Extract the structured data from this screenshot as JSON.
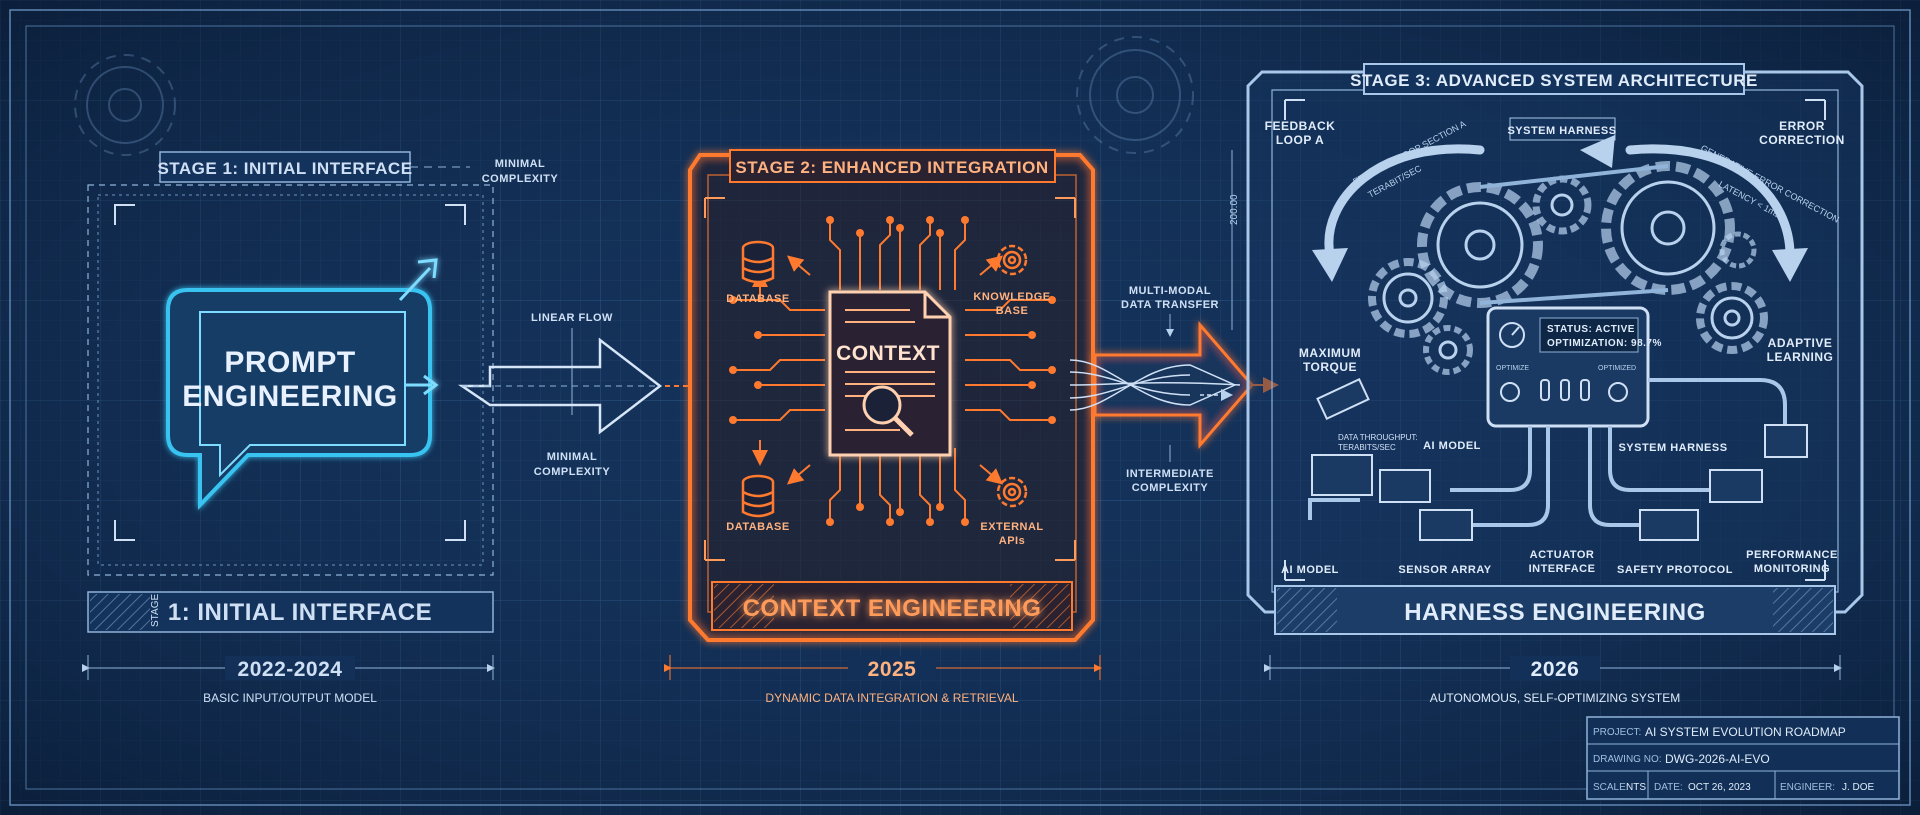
{
  "colors": {
    "background": "#0f2a4e",
    "blueprint_line": "#8fb3d9",
    "cyan_accent": "#39c3f0",
    "orange_accent": "#ff7a2e",
    "white_text": "#e8f1ff"
  },
  "stage1": {
    "header": "STAGE 1: INITIAL INTERFACE",
    "title_line1": "PROMPT",
    "title_line2": "ENGINEERING",
    "banner_prefix": "STAGE",
    "banner": "1: INITIAL INTERFACE",
    "years": "2022-2024",
    "caption": "BASIC INPUT/OUTPUT MODEL",
    "note_top_line1": "MINIMAL",
    "note_top_line2": "COMPLEXITY",
    "icon": "speech-bubble-icon"
  },
  "connector1": {
    "top": "LINEAR FLOW",
    "bottom_line1": "MINIMAL",
    "bottom_line2": "COMPLEXITY"
  },
  "stage2": {
    "header": "STAGE 2: ENHANCED INTEGRATION",
    "center": "CONTEXT",
    "database_top": "DATABASE",
    "database_bottom": "DATABASE",
    "knowledge_line1": "KNOWLEDGE",
    "knowledge_line2": "BASE",
    "apis_line1": "EXTERNAL",
    "apis_line2": "APIs",
    "banner": "CONTEXT ENGINEERING",
    "years": "2025",
    "caption": "DYNAMIC DATA INTEGRATION & RETRIEVAL",
    "icons": [
      "database-icon",
      "document-icon",
      "magnifier-icon",
      "gear-icon"
    ]
  },
  "connector2": {
    "top_line1": "MULTI-MODAL",
    "top_line2": "DATA TRANSFER",
    "bottom_line1": "INTERMEDIATE",
    "bottom_line2": "COMPLEXITY"
  },
  "stage3": {
    "header": "STAGE 3: ADVANCED SYSTEM ARCHITECTURE",
    "harness_top": "SYSTEM HARNESS",
    "feedback_line1": "FEEDBACK",
    "feedback_line2": "LOOP A",
    "error_line1": "ERROR",
    "error_line2": "CORRECTION",
    "feedback_arc": "FEEDBACK LOOP SECTION A",
    "throughput_arc": "TERABIT/SEC",
    "error_arc": "GENERATIVE ERROR CORRECTION",
    "latency": "LATENCY < 1ms",
    "dimension": "200.00",
    "torque_line1": "MAXIMUM",
    "torque_line2": "TORQUE",
    "adaptive_line1": "ADAPTIVE",
    "adaptive_line2": "LEARNING",
    "status_line1": "STATUS: ACTIVE",
    "status_line2": "OPTIMIZATION: 98.7%",
    "panel_label_left": "OPTIMIZE",
    "panel_label_right": "OPTIMIZED",
    "data_line1": "DATA THROUGHPUT:",
    "data_line2": "TERABITS/SEC",
    "ai_model_mid": "AI MODEL",
    "system_harness_mid": "SYSTEM HARNESS",
    "ai_model": "AI MODEL",
    "sensor": "SENSOR ARRAY",
    "actuator_line1": "ACTUATOR",
    "actuator_line2": "INTERFACE",
    "safety": "SAFETY PROTOCOL",
    "performance_line1": "PERFORMANCE",
    "performance_line2": "MONITORING",
    "banner": "HARNESS ENGINEERING",
    "years": "2026",
    "caption": "AUTONOMOUS, SELF-OPTIMIZING SYSTEM",
    "icons": [
      "gear-icon",
      "control-panel-icon",
      "circuit-icon"
    ]
  },
  "title_block": {
    "project_label": "PROJECT:",
    "project": "AI SYSTEM EVOLUTION ROADMAP",
    "drawing_label": "DRAWING NO:",
    "drawing": "DWG-2026-AI-EVO",
    "scale_label": "SCALE:",
    "scale": "NTS",
    "date_label": "DATE:",
    "date": "OCT 26, 2023",
    "engineer_label": "ENGINEER:",
    "engineer": "J. DOE"
  }
}
